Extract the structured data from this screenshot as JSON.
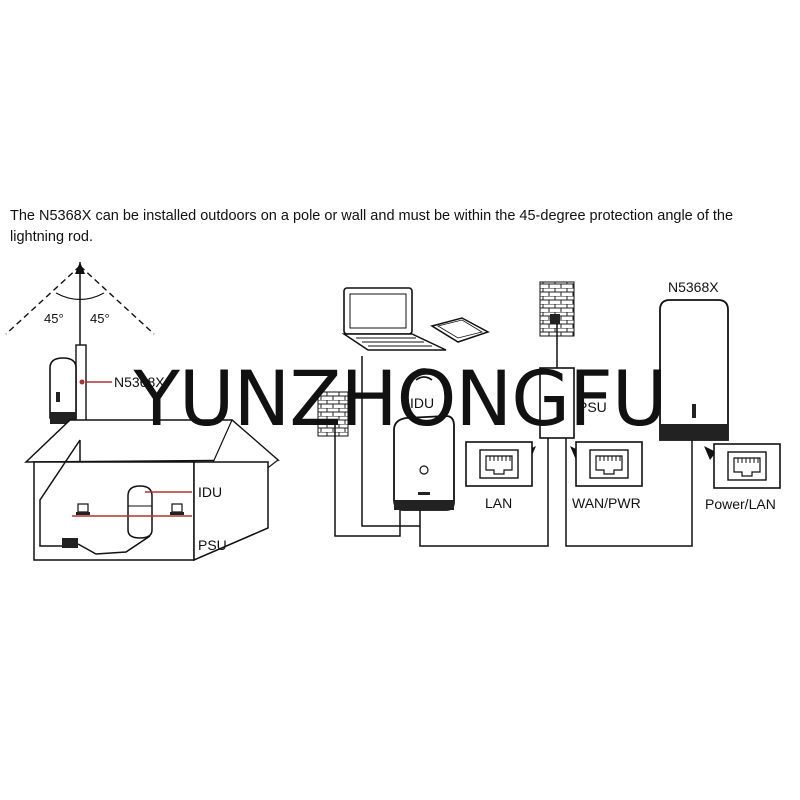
{
  "intro_text": "The N5368X can be installed outdoors on a pole or wall and must be within the 45-degree protection angle of the lightning rod.",
  "left_scene": {
    "angle_left": "45°",
    "angle_right": "45°",
    "outdoor_label": "N5368X",
    "idu_label": "IDU",
    "psu_label": "PSU"
  },
  "right_scene": {
    "idu_label": "IDU",
    "psu_label": "PSU",
    "outdoor_label": "N5368X",
    "ports": [
      {
        "label": "LAN",
        "icon": "ethernet-port-icon"
      },
      {
        "label": "WAN/PWR",
        "icon": "ethernet-port-icon"
      },
      {
        "label": "Power/LAN",
        "icon": "ethernet-port-icon"
      }
    ]
  },
  "watermark": "YUNZHONGFU"
}
